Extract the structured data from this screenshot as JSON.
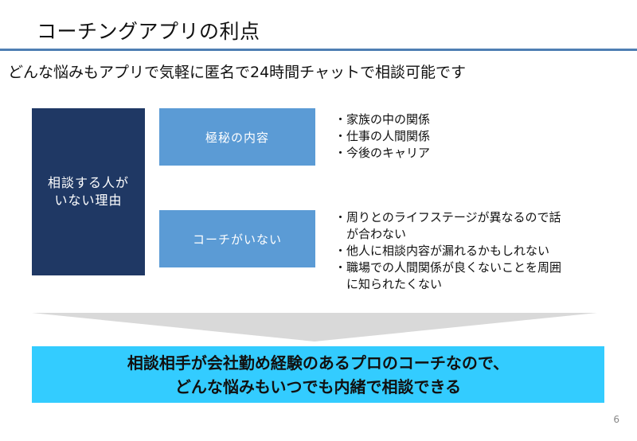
{
  "slide": {
    "title": "コーチングアプリの利点",
    "subtitle": "どんな悩みもアプリで気軽に匿名で24時間チャットで相談可能です",
    "reason_label_line1": "相談する人が",
    "reason_label_line2": "いない理由",
    "categories": [
      {
        "label": "極秘の内容",
        "bullets": [
          "・家族の中の関係",
          "・仕事の人間関係",
          "・今後のキャリア"
        ]
      },
      {
        "label": "コーチがいない",
        "bullets": [
          "・周りとのライフステージが異なるので話",
          "　が合わない",
          "・他人に相談内容が漏れるかもしれない",
          "・職場での人間関係が良くないことを周囲",
          "　に知られたくない"
        ]
      }
    ],
    "conclusion_line1": "相談相手が会社勤め経験のあるプロのコーチなので、",
    "conclusion_line2": "どんな悩みもいつでも内緒で相談できる",
    "page_number": "6"
  },
  "colors": {
    "title_rule": "#4f7fb3",
    "reason_box": "#1f3864",
    "category_box": "#5b9bd5",
    "arrow": "#d9d9d9",
    "conclusion_box": "#33ccff"
  }
}
